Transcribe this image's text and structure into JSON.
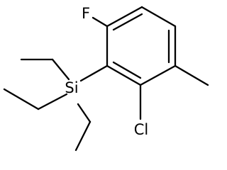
{
  "molecule": {
    "atoms": {
      "fluorine": "F",
      "silicon": "Si",
      "chlorine": "Cl"
    }
  }
}
